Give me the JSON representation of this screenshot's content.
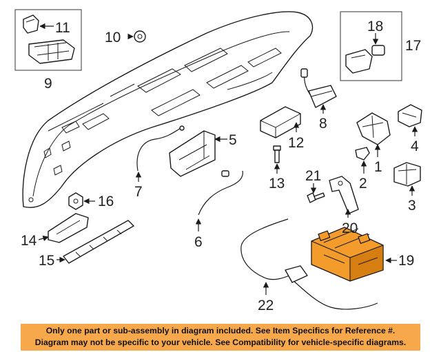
{
  "callouts": {
    "c1": "1",
    "c2": "2",
    "c3": "3",
    "c4": "4",
    "c5": "5",
    "c6": "6",
    "c7": "7",
    "c8": "8",
    "c9": "9",
    "c10": "10",
    "c11": "11",
    "c12": "12",
    "c13": "13",
    "c14": "14",
    "c15": "15",
    "c16": "16",
    "c17": "17",
    "c18": "18",
    "c19": "19",
    "c20": "20",
    "c21": "21",
    "c22": "22"
  },
  "disclaimer": {
    "line1": "Only one part or sub-assembly in diagram included. See Item Specifics for Reference #.",
    "line2": "Diagram may not be specific to your vehicle. See Compatibility for vehicle-specific diagrams."
  },
  "colors": {
    "highlight": "#f39c2b",
    "banner": "#f7a84a"
  }
}
